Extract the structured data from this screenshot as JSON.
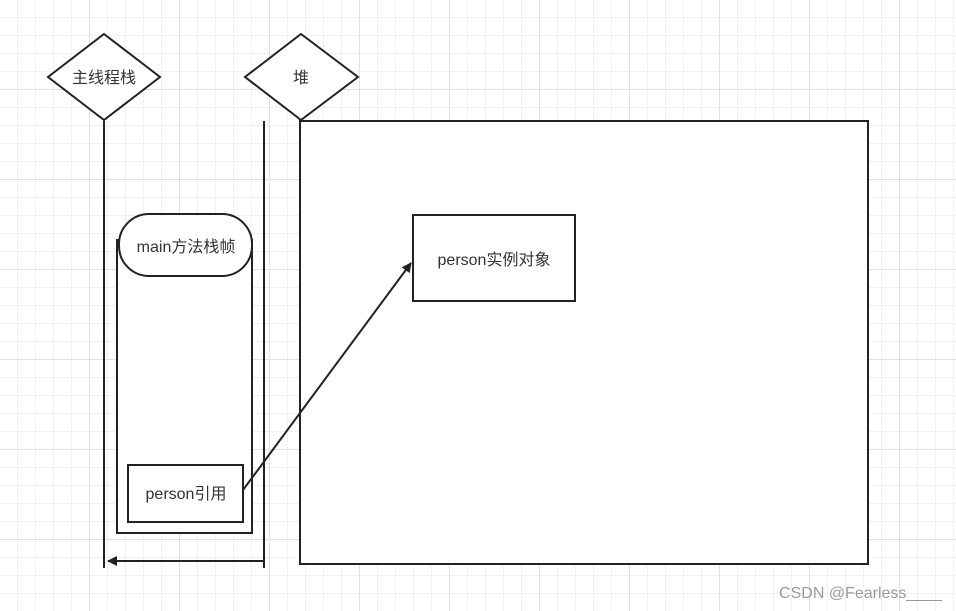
{
  "diagram": {
    "nodes": {
      "main_thread_stack": {
        "label": "主线程栈",
        "shape": "diamond"
      },
      "heap": {
        "label": "堆",
        "shape": "diamond"
      },
      "main_frame": {
        "label": "main方法栈帧",
        "shape": "rounded-rect"
      },
      "person_instance": {
        "label": "person实例对象",
        "shape": "rect"
      },
      "person_reference": {
        "label": "person引用",
        "shape": "rect"
      }
    },
    "edges": [
      {
        "from": "person_reference",
        "to": "person_instance",
        "arrow": "end"
      }
    ],
    "colors": {
      "stroke": "#222222",
      "text": "#333333",
      "grid_major": "#e2e2e2",
      "grid_minor": "#f1f1f1"
    }
  },
  "watermark": "CSDN @Fearless____"
}
